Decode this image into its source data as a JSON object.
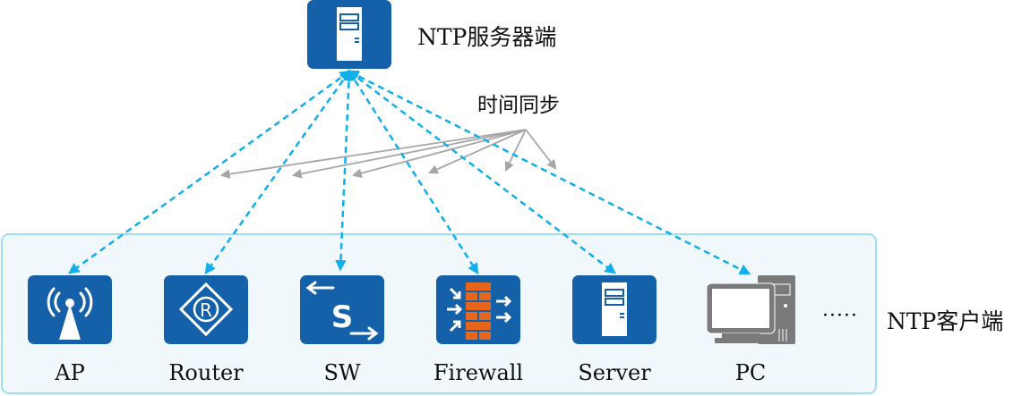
{
  "server": {
    "label": "NTP服务器端",
    "icon": "server-icon"
  },
  "sync_label": "时间同步",
  "clients_group": {
    "label": "NTP客户端",
    "ellipsis": "·····",
    "items": [
      {
        "name": "ap",
        "label": "AP",
        "icon": "wireless-ap-icon"
      },
      {
        "name": "router",
        "label": "Router",
        "icon": "router-icon"
      },
      {
        "name": "sw",
        "label": "SW",
        "icon": "switch-icon"
      },
      {
        "name": "firewall",
        "label": "Firewall",
        "icon": "firewall-icon"
      },
      {
        "name": "server",
        "label": "Server",
        "icon": "server-icon"
      },
      {
        "name": "pc",
        "label": "PC",
        "icon": "pc-icon"
      }
    ]
  },
  "colors": {
    "icon_blue": "#1561A9",
    "dash_blue": "#12AEEA",
    "sync_gray": "#A6A6A6",
    "group_fill": "#F1F8FC",
    "group_border": "#9FDDF6",
    "firewall_brick": "#E8661C",
    "pc_gray": "#7A7A7A"
  }
}
